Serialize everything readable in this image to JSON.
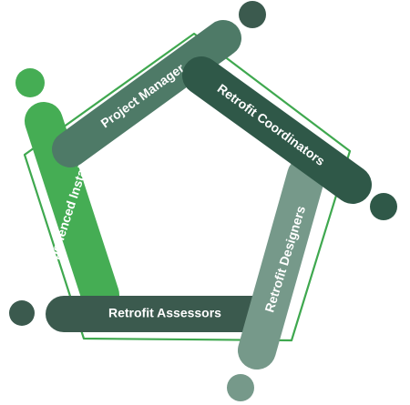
{
  "diagram": {
    "outline_color": "#3fa84f",
    "roles": [
      {
        "key": "project-manager",
        "label": "Project Manager",
        "color": "#4e7a67"
      },
      {
        "key": "retrofit-coordinators",
        "label": "Retrofit Coordinators",
        "color": "#2f5848"
      },
      {
        "key": "retrofit-designers",
        "label": "Retrofit Designers",
        "color": "#76998a"
      },
      {
        "key": "retrofit-assessors",
        "label": "Retrofit Assessors",
        "color": "#3b5a4e"
      },
      {
        "key": "experienced-installers",
        "label": "Experienced Installers",
        "color": "#45ad54"
      }
    ]
  }
}
